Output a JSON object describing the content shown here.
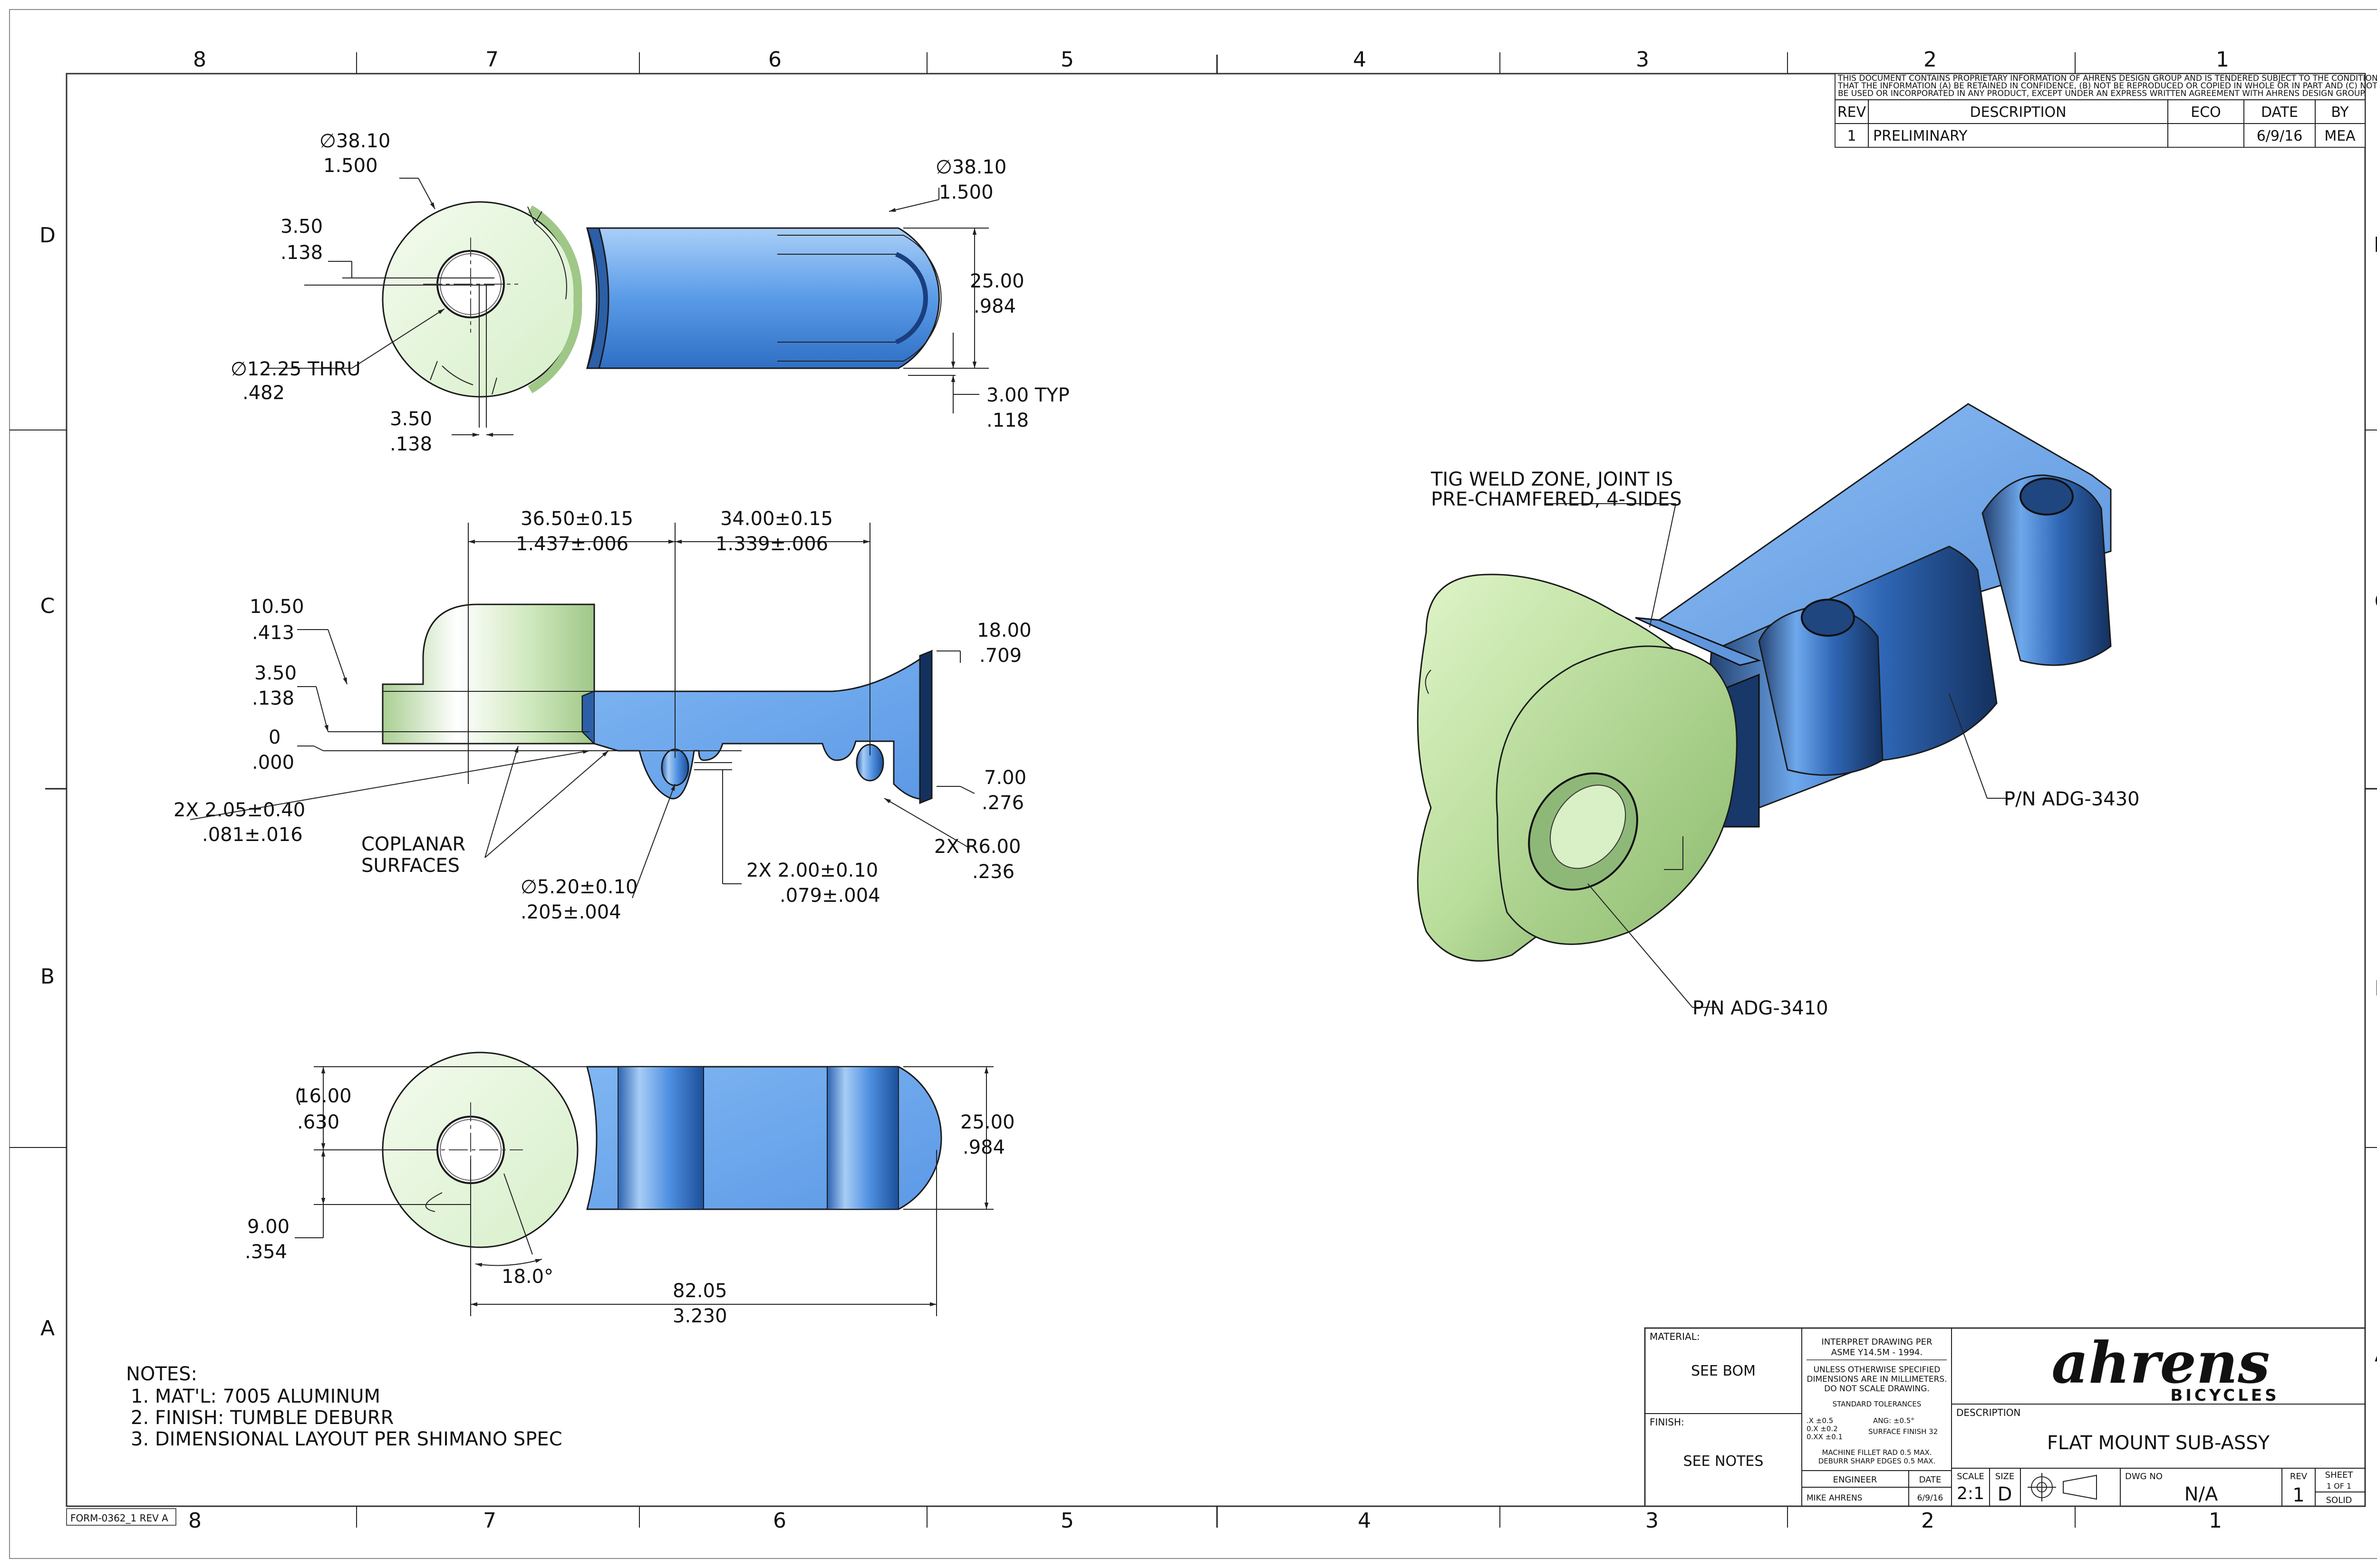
{
  "zones": {
    "top": [
      "8",
      "7",
      "6",
      "5",
      "4",
      "3",
      "2",
      "1"
    ],
    "bottom": [
      "8",
      "7",
      "6",
      "5",
      "4",
      "3",
      "2",
      "1"
    ],
    "left": [
      "D",
      "C",
      "B",
      "A"
    ],
    "right": [
      "D",
      "C",
      "B",
      "A"
    ]
  },
  "form_id": "FORM-0362_1 REV A",
  "revision_block": {
    "notice": [
      "THIS DOCUMENT CONTAINS PROPRIETARY INFORMATION OF AHRENS DESIGN GROUP AND IS TENDERED SUBJECT TO THE CONDITIONS",
      "THAT THE INFORMATION (A) BE RETAINED IN CONFIDENCE, (B) NOT BE REPRODUCED OR COPIED IN WHOLE OR IN PART AND (C) NOT",
      "BE USED OR INCORPORATED IN ANY PRODUCT, EXCEPT UNDER AN EXPRESS WRITTEN AGREEMENT WITH AHRENS DESIGN GROUP."
    ],
    "headers": [
      "REV",
      "DESCRIPTION",
      "ECO",
      "DATE",
      "BY"
    ],
    "rows": [
      [
        "1",
        "PRELIMINARY",
        "",
        "6/9/16",
        "MEA"
      ]
    ]
  },
  "top_view": {
    "dia_left": "∅38.10",
    "dia_left_in": "1.500",
    "dia_right": "∅38.10",
    "dia_right_in": "1.500",
    "off_a": "3.50",
    "off_a_in": ".138",
    "hole": "∅12.25 THRU",
    "hole_in": ".482",
    "off_b": "3.50",
    "off_b_in": ".138",
    "width": "25.00",
    "width_in": ".984",
    "typ": "3.00  TYP",
    "typ_in": ".118"
  },
  "front_view": {
    "d1": "36.50±0.15",
    "d1_in": "1.437±.006",
    "d2": "34.00±0.15",
    "d2_in": "1.339±.006",
    "h1": "10.50",
    "h1_in": ".413",
    "h2": "3.50",
    "h2_in": ".138",
    "h0": "0",
    "h0_in": ".000",
    "h3": "18.00",
    "h3_in": ".709",
    "h4": "7.00",
    "h4_in": ".276",
    "chamfer": "2X  2.05±0.40",
    "chamfer_in": ".081±.016",
    "coplanar_1": "COPLANAR",
    "coplanar_2": "SURFACES",
    "hole": "∅5.20±0.10",
    "hole_in": ".205±.004",
    "slot": "2X  2.00±0.10",
    "slot_in": ".079±.004",
    "radius": "2X  R6.00",
    "radius_in": ".236"
  },
  "bottom_view": {
    "h16": "16.00",
    "h16_in": ".630",
    "h9": "9.00",
    "h9_in": ".354",
    "angle": "18.0°",
    "len": "82.05",
    "len_in": "3.230",
    "w": "25.00",
    "w_in": ".984"
  },
  "iso_view": {
    "weld_1": "TIG WELD ZONE, JOINT IS",
    "weld_2": "PRE-CHAMFERED, 4-SIDES",
    "pn_blue": "P/N ADG-3430",
    "pn_green": "P/N ADG-3410"
  },
  "notes": {
    "title": "NOTES:",
    "items": [
      "1.  MAT'L: 7005 ALUMINUM",
      "2.  FINISH: TUMBLE DEBURR",
      "3.  DIMENSIONAL LAYOUT PER SHIMANO SPEC"
    ]
  },
  "title_block": {
    "material_label": "MATERIAL:",
    "material": "SEE BOM",
    "finish_label": "FINISH:",
    "finish": "SEE NOTES",
    "interpret_1": "INTERPRET DRAWING PER",
    "interpret_2": "ASME Y14.5M - 1994.",
    "unless_1": "UNLESS OTHERWISE SPECIFIED",
    "unless_2": "DIMENSIONS ARE IN MILLIMETERS.",
    "unless_3": "DO NOT SCALE DRAWING.",
    "std_tol": "STANDARD TOLERANCES",
    "tol_x": ".X    ±0.5",
    "tol_xx": "0.X   ±0.2",
    "tol_xxx": "0.XX  ±0.1",
    "tol_ang": "ANG:  ±0.5°",
    "surface": "SURFACE FINISH 32",
    "fillet_1": "MACHINE FILLET RAD 0.5 MAX.",
    "fillet_2": "DEBURR SHARP EDGES 0.5 MAX.",
    "engineer_label": "ENGINEER",
    "date_label": "DATE",
    "engineer": "MIKE AHRENS",
    "date": "6/9/16",
    "logo": "ahrens",
    "logo_sub": "BICYCLES",
    "description_label": "DESCRIPTION",
    "description": "FLAT MOUNT SUB-ASSY",
    "scale_label": "SCALE",
    "scale": "2:1",
    "size_label": "SIZE",
    "size": "D",
    "dwg_label": "DWG NO",
    "dwg": "N/A",
    "rev_label": "REV",
    "rev": "1",
    "sheet_label": "SHEET",
    "sheet": "1 OF 1",
    "solid": "SOLID"
  }
}
